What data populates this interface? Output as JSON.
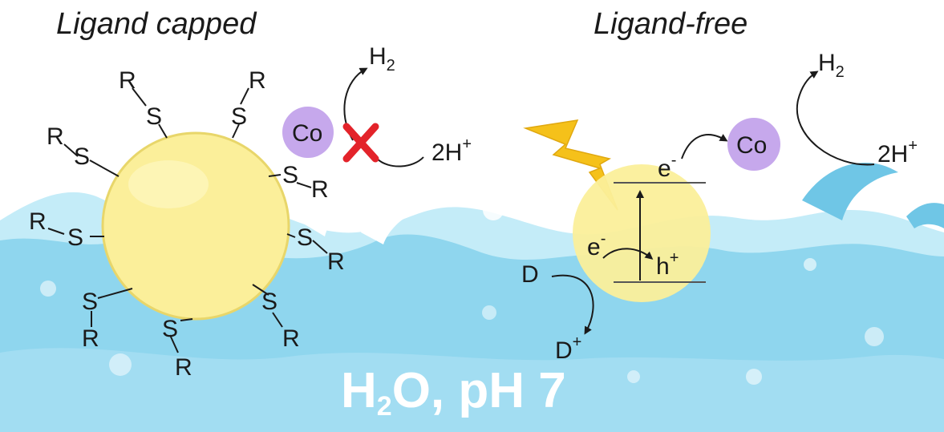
{
  "titles": {
    "left": "Ligand capped",
    "right": "Ligand-free"
  },
  "labels": {
    "ligand_s": "S",
    "ligand_r": "R",
    "cobalt": "Co",
    "h2_main": "H",
    "h2_sub": "2",
    "protons_main": "2H",
    "protons_sup": "+",
    "electron_main": "e",
    "electron_sup": "-",
    "hole_main": "h",
    "hole_sup": "+",
    "donor": "D",
    "donor_ox_main": "D",
    "donor_ox_sup": "+"
  },
  "conditions": {
    "water_main1": "H",
    "water_sub": "2",
    "water_main2": "O, pH 7"
  },
  "colors": {
    "water": "#8fd6ee",
    "water_light": "#c4ecf8",
    "particle": "#fbef9a",
    "particle_edge": "#e8d66a",
    "cobalt": "#c6a8ec",
    "cross": "#e3232a",
    "lightning": "#f5c11a"
  }
}
